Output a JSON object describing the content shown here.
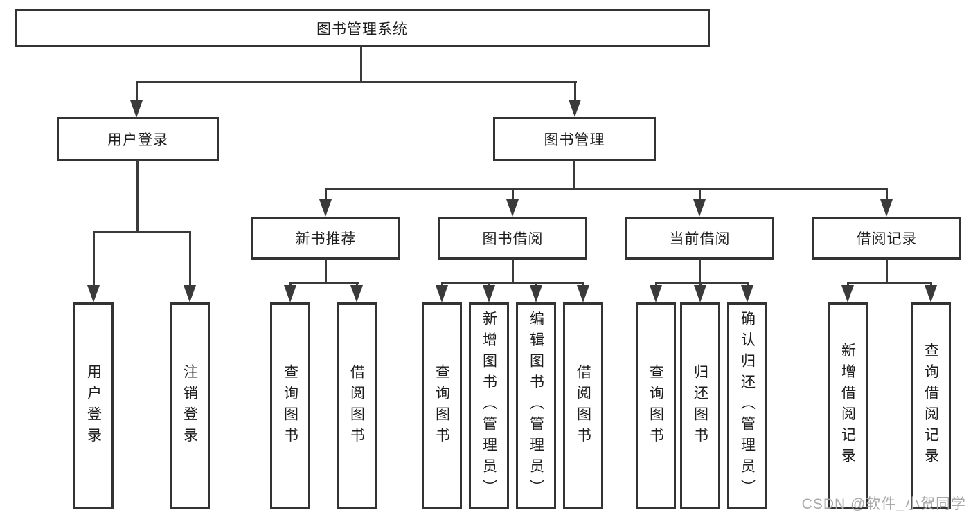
{
  "tree": {
    "root": {
      "label": "图书管理系统"
    },
    "user_login": {
      "label": "用户登录",
      "children": [
        {
          "label": "用户登录"
        },
        {
          "label": "注销登录"
        }
      ]
    },
    "book_mgmt": {
      "label": "图书管理",
      "sections": [
        {
          "label": "新书推荐",
          "children": [
            {
              "label": "查询图书"
            },
            {
              "label": "借阅图书"
            }
          ]
        },
        {
          "label": "图书借阅",
          "children": [
            {
              "label": "查询图书"
            },
            {
              "label": "新增图书（管理员）"
            },
            {
              "label": "编辑图书（管理员）"
            },
            {
              "label": "借阅图书"
            }
          ]
        },
        {
          "label": "当前借阅",
          "children": [
            {
              "label": "查询图书"
            },
            {
              "label": "归还图书"
            },
            {
              "label": "确认归还（管理员）"
            }
          ]
        },
        {
          "label": "借阅记录",
          "children": [
            {
              "label": "新增借阅记录"
            },
            {
              "label": "查询借阅记录"
            }
          ]
        }
      ]
    }
  },
  "watermark": {
    "text": "CSDN @软件_小贺同学"
  },
  "colors": {
    "line": "#3a3a3a",
    "box_border": "#333333",
    "text": "#1d1d1d",
    "watermark": "#a9a9a9",
    "background": "#ffffff"
  }
}
